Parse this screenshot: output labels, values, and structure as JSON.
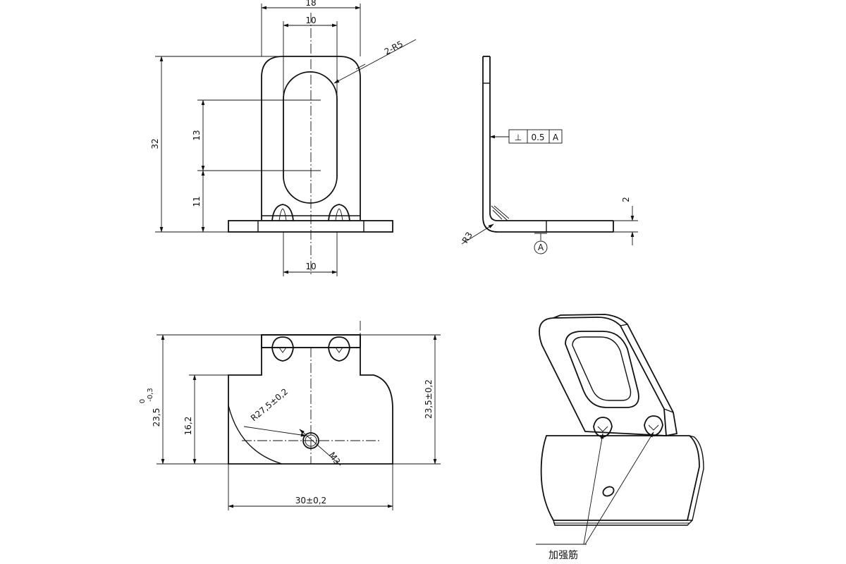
{
  "front_view": {
    "width_dim": "18",
    "slot_width_dim": "10",
    "radius_label": "2-R5",
    "height_dim": "32",
    "slot_length_dim": "13",
    "slot_offset_dim": "11",
    "bottom_width_dim": "10"
  },
  "side_view": {
    "perp_symbol": "⊥",
    "tolerance": "0.5",
    "datum_ref": "A",
    "bend_radius": "R3",
    "thickness_dim": "2",
    "datum_label": "A"
  },
  "top_view": {
    "height_tol_main": "23,5",
    "height_tol_upper": "0",
    "height_tol_lower": "-0,3",
    "height_right": "23,5±0,2",
    "height_inner": "16,2",
    "arc_radius": "R27,5±0,2",
    "thread": "M3",
    "width_dim": "30±0,2"
  },
  "iso_view": {
    "rib_label": "加强筋"
  }
}
